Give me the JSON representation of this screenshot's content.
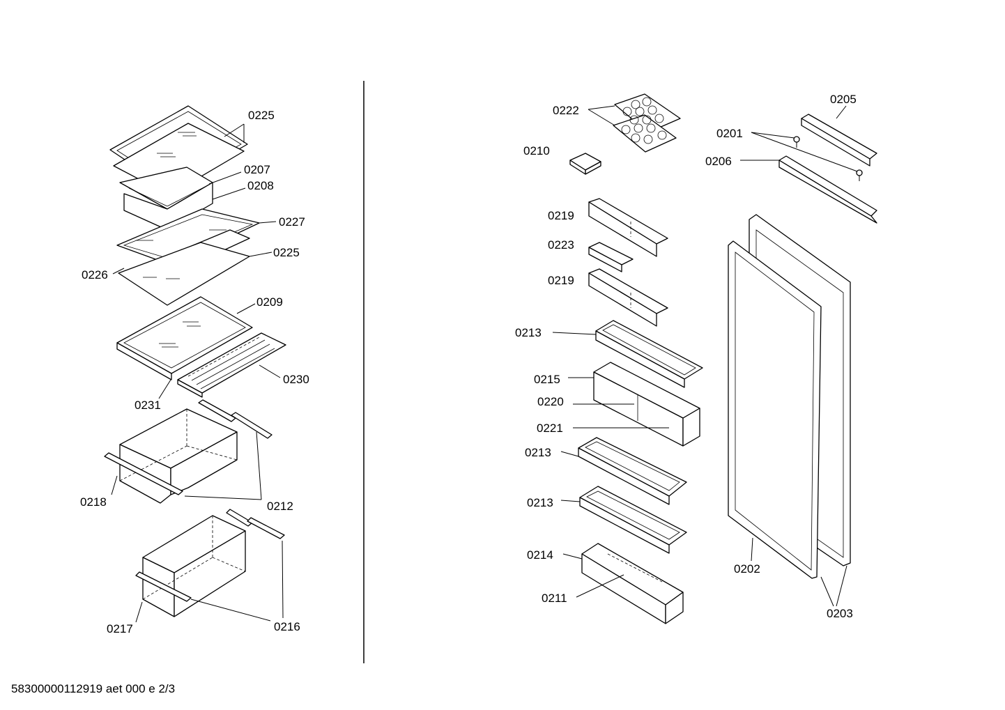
{
  "diagram": {
    "labels": {
      "l0225a": "0225",
      "l0207": "0207",
      "l0208": "0208",
      "l0227": "0227",
      "l0225b": "0225",
      "l0226": "0226",
      "l0209": "0209",
      "l0230": "0230",
      "l0231": "0231",
      "l0218": "0218",
      "l0212": "0212",
      "l0217": "0217",
      "l0216": "0216",
      "l0222": "0222",
      "l0210": "0210",
      "l0219a": "0219",
      "l0223": "0223",
      "l0219b": "0219",
      "l0213a": "0213",
      "l0215": "0215",
      "l0220": "0220",
      "l0221": "0221",
      "l0213b": "0213",
      "l0213c": "0213",
      "l0214": "0214",
      "l0211": "0211",
      "l0205": "0205",
      "l0201": "0201",
      "l0206": "0206",
      "l0202": "0202",
      "l0203": "0203"
    }
  },
  "footer": {
    "doc_id": "58300000112919 aet 000 e 2/3"
  }
}
